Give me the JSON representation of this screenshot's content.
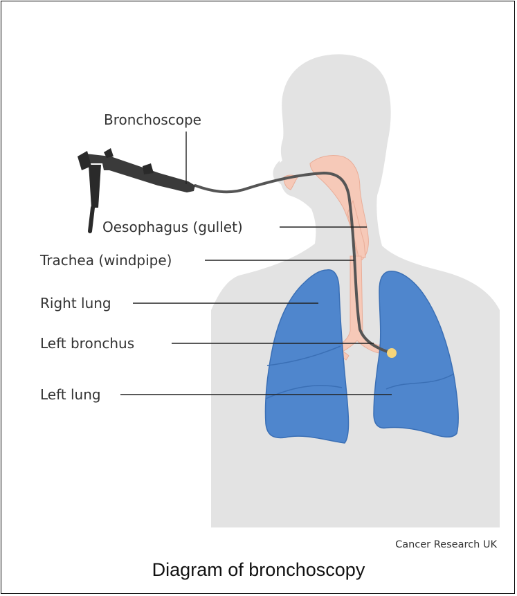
{
  "labels": {
    "bronchoscope": "Bronchoscope",
    "oesophagus": "Oesophagus (gullet)",
    "trachea": "Trachea (windpipe)",
    "right_lung": "Right lung",
    "left_bronchus": "Left bronchus",
    "left_lung": "Left lung"
  },
  "credit": "Cancer Research UK",
  "caption": "Diagram of bronchoscopy",
  "colors": {
    "body": "#e3e3e3",
    "lung_fill": "#4f86cd",
    "lung_edge": "#3a6fb5",
    "airway": "#f6c9b8",
    "scope": "#555555",
    "tip": "#f7d57a",
    "leader": "#222222"
  }
}
